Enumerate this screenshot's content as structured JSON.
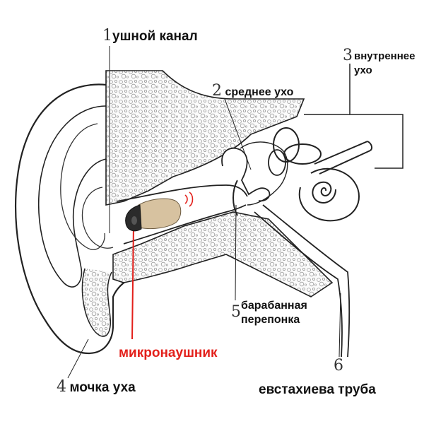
{
  "labels": {
    "ear_canal": {
      "number": "1",
      "text": "ушной канал"
    },
    "middle_ear": {
      "number": "2",
      "text": "среднее ухо"
    },
    "inner_ear": {
      "number": "3",
      "text_line1": "внутреннее",
      "text_line2": "ухо"
    },
    "earlobe": {
      "number": "4",
      "text": "мочка уха"
    },
    "eardrum": {
      "number": "5",
      "text_line1": "барабанная",
      "text_line2": "перепонка"
    },
    "eustachian_tube": {
      "number": "6",
      "text": "евстахиева труба"
    },
    "micro_earpiece": {
      "text": "микронаушник"
    }
  },
  "colors": {
    "line": "#222222",
    "tissue_fill": "#f4f4f4",
    "earpiece_body": "#d7c2a0",
    "earpiece_tip": "#2b2b2b",
    "highlight": "#e3201b",
    "signal": "#e3201b"
  }
}
